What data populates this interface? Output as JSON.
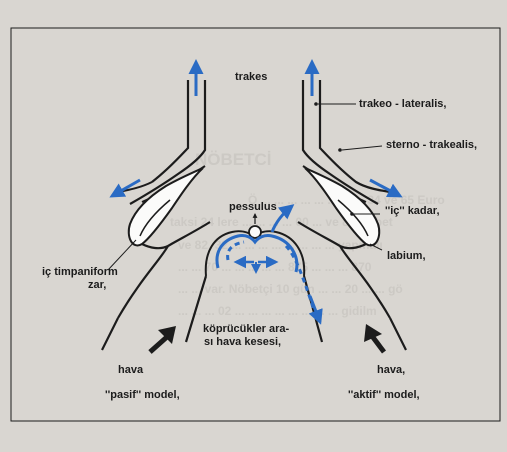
{
  "labels": {
    "trakes": "trakes",
    "trakeo_lateralis": "trakeo - lateralis,",
    "sterno_trakealis": "sterno - trakealis,",
    "ic_kadar": "''iç'' kadar,",
    "pessulus": "pessulus",
    "o_mark": "O",
    "labium": "labium,",
    "ic_timpaniform": "iç timpaniform",
    "zar": "zar,",
    "kopruckler_line1": "köprücükler ara-",
    "kopruckler_line2": "sı hava kesesi,",
    "hava_left": "hava",
    "pasif_model": "''pasif'' model,",
    "hava_right": "hava,",
    "aktif_model": "''aktif'' model,"
  },
  "background_text": {
    "heading": "NÖBETCİ",
    "lines": [
      "Ö ... ... ... ... ... ... ... ... 34 ve 65 Euro",
      "taksi 24 lere ... ... ... ... 00 ... ve 86 Nobet",
      "ve 82, 32 ... ... ... ... ... ... ... ... yapmalı",
      "... ... 70 ... ... ... ... ... 875 ... ... ... 870",
      "... ... var. Nöbetçi 10 gün ... ... 20 ... ... gö",
      "... ... ... 02 ... ... ... ... ... ... ... ... gidilm"
    ]
  },
  "colors": {
    "background": "#d9d6d1",
    "outline": "#1c1c1c",
    "accent_blue": "#2a6bc4",
    "membrane_white": "#fbfbfa"
  }
}
